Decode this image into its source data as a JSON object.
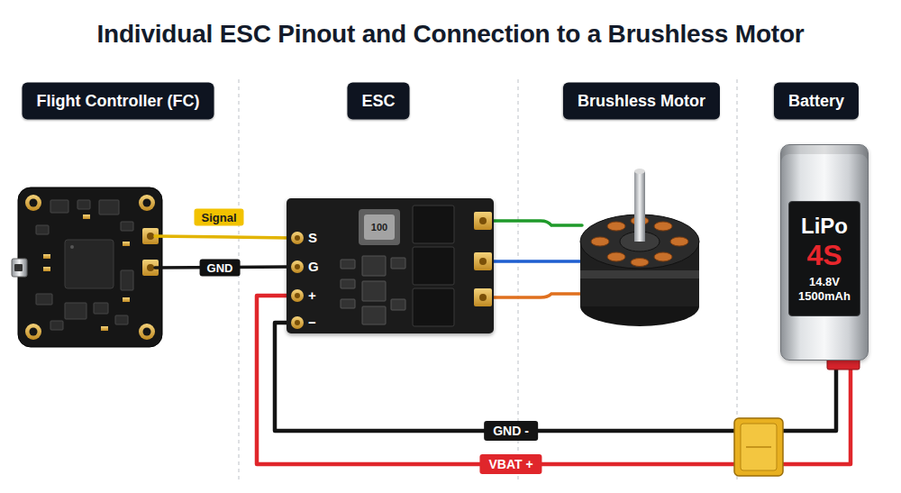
{
  "diagram": {
    "title": "Individual ESC Pinout and Connection to a Brushless Motor",
    "nodes": [
      {
        "text": [
          "Flight Controller (FC)"
        ]
      },
      {
        "text": [
          "ESC"
        ]
      },
      {
        "text": [
          "Brushless Motor"
        ]
      },
      {
        "text": [
          "Battery"
        ]
      },
      {
        "text": [
          "S",
          "G",
          "+",
          "−",
          "100"
        ]
      },
      {
        "text": [
          "LiPo",
          "4S",
          "14.8V 1500mAh"
        ]
      }
    ],
    "edges": [
      {
        "from": 5,
        "to": 4,
        "label": "GND -",
        "arrow": "none"
      },
      {
        "from": 5,
        "to": 4,
        "label": "VBAT +",
        "arrow": "none"
      }
    ],
    "labels": [
      "Signal",
      "GND"
    ]
  }
}
